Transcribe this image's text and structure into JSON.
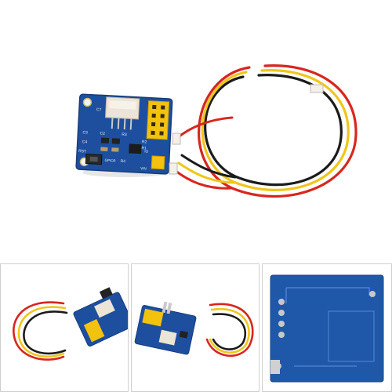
{
  "gallery": {
    "main": {
      "board": {
        "silkscreen_labels": [
          "C7",
          "R2",
          "R1",
          "C2",
          "C3",
          "R3",
          "C4",
          "RST",
          "GPIO0",
          "R4",
          "IO",
          "VIN"
        ]
      },
      "colors": {
        "pcb_blue": "#1d4f9e",
        "connector_white": "#ece4d6",
        "socket_yellow": "#f3c20f",
        "wire_red": "#d8261f",
        "wire_yellow": "#f0c61a",
        "wire_black": "#1b1b1b"
      }
    },
    "thumbnails": [
      {
        "view": "board-angled-left-with-cable"
      },
      {
        "view": "board-angled-right-with-cable"
      },
      {
        "view": "board-back-side"
      }
    ]
  }
}
